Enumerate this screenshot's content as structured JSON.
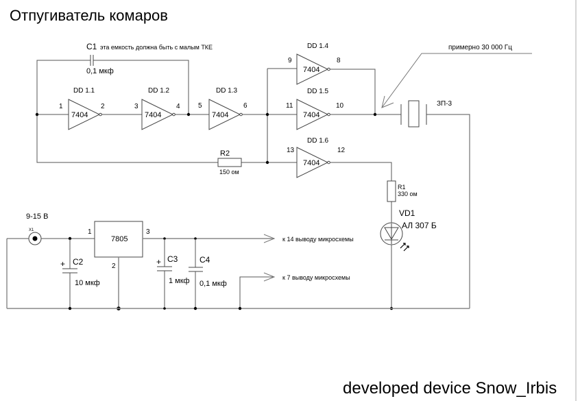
{
  "title": "Отпугиватель комаров",
  "credit": "developed device Snow_Irbis",
  "colors": {
    "wire": "#555555",
    "background": "#ffffff",
    "text": "#000000"
  },
  "c1": {
    "name": "C1",
    "note": "эта емкость должна быть с малым ТКЕ",
    "value": "0,1 мкф"
  },
  "gates": [
    {
      "name": "DD 1.1",
      "chip": "7404",
      "in_pin": "1",
      "out_pin": "2"
    },
    {
      "name": "DD 1.2",
      "chip": "7404",
      "in_pin": "3",
      "out_pin": "4"
    },
    {
      "name": "DD 1.3",
      "chip": "7404",
      "in_pin": "5",
      "out_pin": "6"
    },
    {
      "name": "DD 1.4",
      "chip": "7404",
      "in_pin": "9",
      "out_pin": "8"
    },
    {
      "name": "DD 1.5",
      "chip": "7404",
      "in_pin": "11",
      "out_pin": "10"
    },
    {
      "name": "DD 1.6",
      "chip": "7404",
      "in_pin": "13",
      "out_pin": "12"
    }
  ],
  "r2": {
    "name": "R2",
    "value": "150 ом"
  },
  "r1": {
    "name": "R1",
    "value": "330 ом"
  },
  "vd1": {
    "name": "VD1",
    "type": "АЛ 307 Б"
  },
  "piezo": {
    "name": "ЗП-3",
    "annotation": "примерно 30 000 Гц"
  },
  "power": {
    "voltage": "9-15 В",
    "connector": "X1",
    "regulator": {
      "name": "7805",
      "pin1": "1",
      "pin2": "2",
      "pin3": "3"
    },
    "c2": {
      "name": "C2",
      "value": "10 мкф",
      "polarity": "+"
    },
    "c3": {
      "name": "C3",
      "value": "1 мкф",
      "polarity": "+"
    },
    "c4": {
      "name": "C4",
      "value": "0,1 мкф"
    },
    "to_pin14": "к 14 выводу микросхемы",
    "to_pin7": "к 7 выводу микросхемы"
  }
}
